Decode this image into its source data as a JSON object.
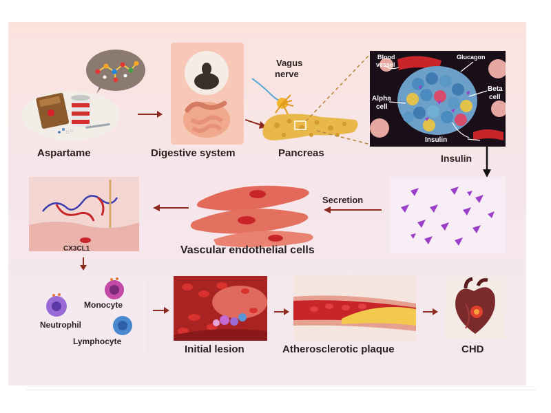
{
  "labels": {
    "aspartame": "Aspartame",
    "digestive_system": "Digestive system",
    "pancreas": "Pancreas",
    "vagus_nerve_line1": "Vagus",
    "vagus_nerve_line2": "nerve",
    "insulin_main": "Insulin",
    "secretion": "Secretion",
    "vascular_endothelial_cells": "Vascular endothelial cells",
    "cx3cl1": "CX3CL1",
    "monocyte": "Monocyte",
    "neutrophil": "Neutrophil",
    "lymphocyte": "Lymphocyte",
    "initial_lesion": "Initial lesion",
    "atherosclerotic_plaque": "Atherosclerotic plaque",
    "chd": "CHD"
  },
  "islet_inset": {
    "blood_vessel_line1": "Blood",
    "blood_vessel_line2": "vessel",
    "glucagon": "Glucagon",
    "alpha_cell_line1": "Alpha",
    "alpha_cell_line2": "cell",
    "beta_cell_line1": "Beta",
    "beta_cell_line2": "cell",
    "insulin": "Insulin"
  },
  "colors": {
    "arrow": "#8c2a20",
    "label_text": "#2a1e1e",
    "blood_red": "#c8252b",
    "pancreas_yellow": "#e8b84a",
    "insulin_purple": "#9b3fc9"
  }
}
